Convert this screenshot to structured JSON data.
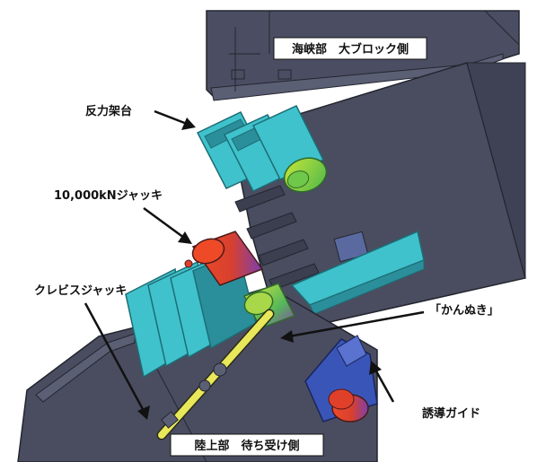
{
  "labels": {
    "top_block": "海峡部　大ブロック側",
    "reaction_frame": "反力架台",
    "jack_10000": "10,000kNジャッキ",
    "clevis_jack": "クレビスジャッキ",
    "kannuki": "「かんぬき」",
    "guide": "誘導ガイド",
    "bottom_block": "陸上部　待ち受け側"
  },
  "colors": {
    "dark_block": "#4a4d60",
    "dark_block_edge": "#2b2d3a",
    "cyan": "#3fc2cc",
    "cyan_dark": "#2a8f9a",
    "jack_red": "#e0402a",
    "jack_purple": "#7b3fae",
    "rod_yellow": "#e8e85a",
    "green": "#8fd23a",
    "guide_blue": "#3a55b8"
  }
}
